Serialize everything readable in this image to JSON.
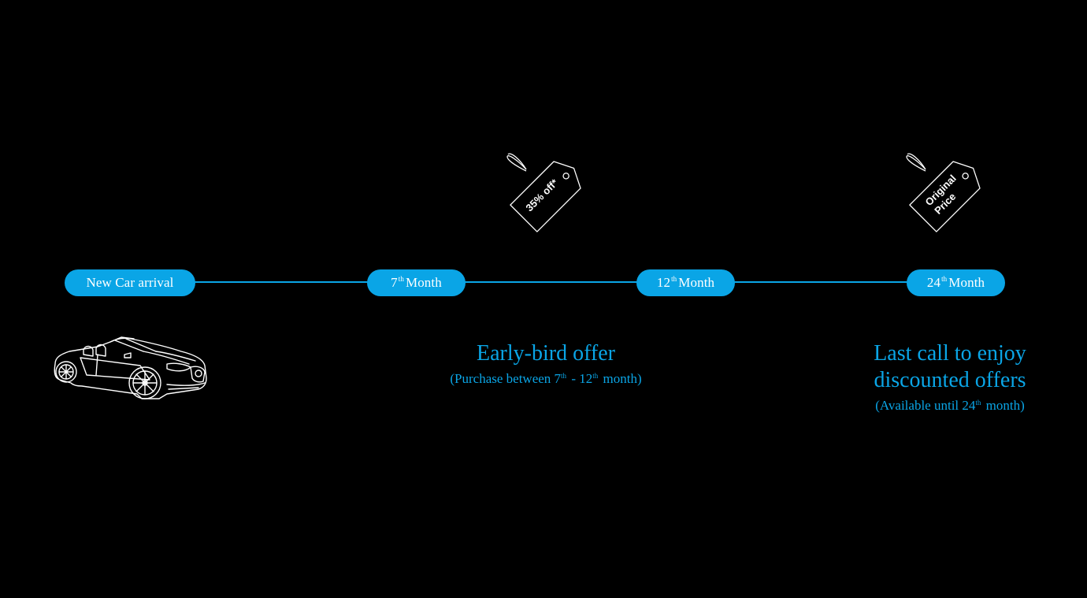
{
  "timeline": {
    "milestones": [
      {
        "label": "New Car arrival"
      },
      {
        "num": "7",
        "suffix": "th",
        "word": "Month"
      },
      {
        "num": "12",
        "suffix": "th",
        "word": "Month"
      },
      {
        "num": "24",
        "suffix": "th",
        "word": "Month"
      }
    ]
  },
  "tags": {
    "discount": "35% off*",
    "original_line1": "Original",
    "original_line2": "Price"
  },
  "offers": {
    "early": {
      "title": "Early-bird offer",
      "sub_prefix": "(Purchase between 7",
      "sub_sup1": "th",
      "sub_mid": " - 12",
      "sub_sup2": "th",
      "sub_suffix": " month)"
    },
    "last": {
      "title_line1": "Last call to enjoy",
      "title_line2": "discounted offers",
      "sub_prefix": "(Available until 24",
      "sub_sup": "th",
      "sub_suffix": " month)"
    }
  },
  "colors": {
    "accent": "#0aa5e6",
    "background": "#000000",
    "foreground": "#ffffff"
  },
  "icons": {
    "car": "convertible-car-icon",
    "tag": "price-tag-icon"
  }
}
